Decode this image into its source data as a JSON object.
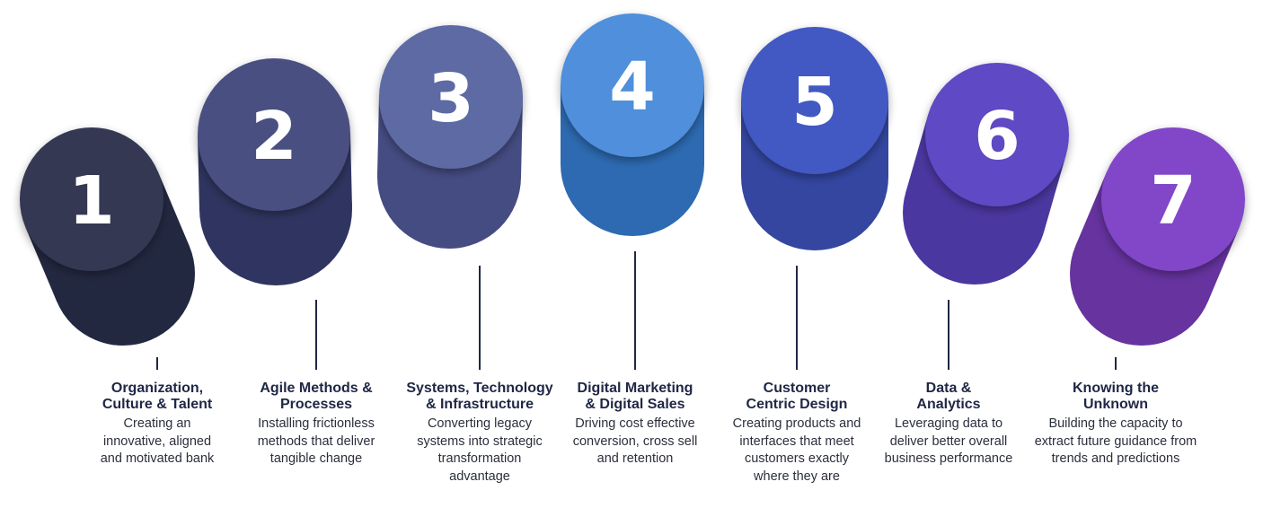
{
  "pillars": [
    {
      "number": "1",
      "title": [
        "Organization,",
        "Culture & Talent"
      ],
      "description": [
        "Creating an",
        "innovative, aligned",
        "and motivated bank"
      ],
      "colors": {
        "cap": "#343852",
        "body": "#232841"
      }
    },
    {
      "number": "2",
      "title": [
        "Agile Methods &",
        "Processes"
      ],
      "description": [
        "Installing frictionless",
        "methods that deliver",
        "tangible change"
      ],
      "colors": {
        "cap": "#4a4f80",
        "body": "#2f3560"
      }
    },
    {
      "number": "3",
      "title": [
        "Systems, Technology",
        "& Infrastructure"
      ],
      "description": [
        "Converting legacy",
        "systems into strategic",
        "transformation",
        "advantage"
      ],
      "colors": {
        "cap": "#5d6aa3",
        "body": "#454c82"
      }
    },
    {
      "number": "4",
      "title": [
        "Digital Marketing",
        "& Digital Sales"
      ],
      "description": [
        "Driving cost effective",
        "conversion, cross sell",
        "and retention"
      ],
      "colors": {
        "cap": "#4f8fdb",
        "body": "#2d6ab1"
      }
    },
    {
      "number": "5",
      "title": [
        "Customer",
        "Centric Design"
      ],
      "description": [
        "Creating products and",
        "interfaces that meet",
        "customers exactly",
        "where they are"
      ],
      "colors": {
        "cap": "#4258c3",
        "body": "#3446a0"
      }
    },
    {
      "number": "6",
      "title": [
        "Data &",
        "Analytics"
      ],
      "description": [
        "Leveraging data to",
        "deliver better overall",
        "business performance"
      ],
      "colors": {
        "cap": "#5e48c4",
        "body": "#4b37a0"
      }
    },
    {
      "number": "7",
      "title": [
        "Knowing the",
        "Unknown"
      ],
      "description": [
        "Building the capacity to",
        "extract future guidance from",
        "trends and predictions"
      ],
      "colors": {
        "cap": "#8147c8",
        "body": "#66339f"
      }
    }
  ]
}
